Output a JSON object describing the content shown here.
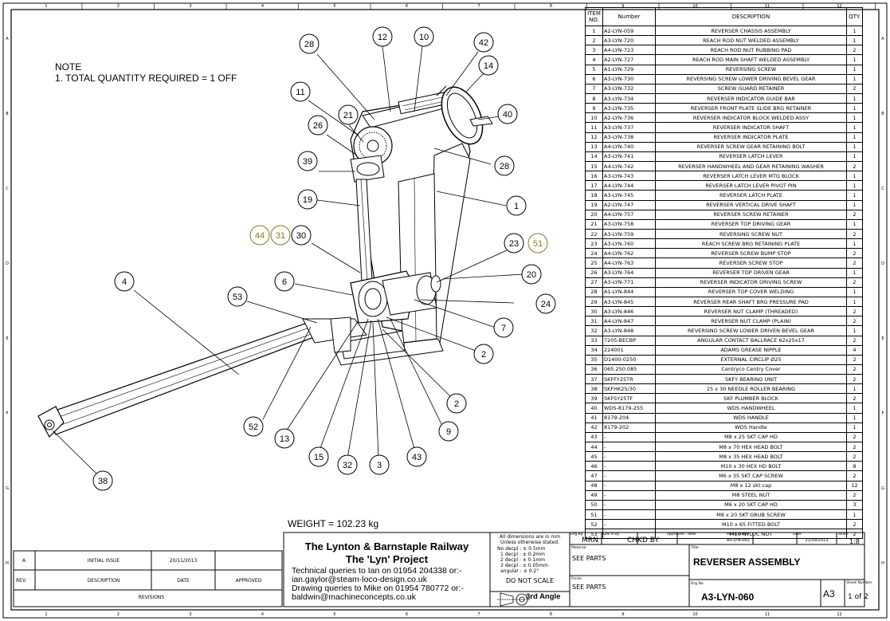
{
  "note": {
    "heading": "NOTE",
    "line1": "1.     TOTAL QUANTITY REQUIRED = 1 OFF"
  },
  "weight": "WEIGHT = 102.23 kg",
  "balloons": [
    {
      "n": "28"
    },
    {
      "n": "12"
    },
    {
      "n": "10"
    },
    {
      "n": "42"
    },
    {
      "n": "14"
    },
    {
      "n": "11"
    },
    {
      "n": "21"
    },
    {
      "n": "40"
    },
    {
      "n": "26"
    },
    {
      "n": "39"
    },
    {
      "n": "28"
    },
    {
      "n": "19"
    },
    {
      "n": "1"
    },
    {
      "n": "44"
    },
    {
      "n": "31"
    },
    {
      "n": "30"
    },
    {
      "n": "23"
    },
    {
      "n": "51"
    },
    {
      "n": "4"
    },
    {
      "n": "6"
    },
    {
      "n": "20"
    },
    {
      "n": "53"
    },
    {
      "n": "24"
    },
    {
      "n": "7"
    },
    {
      "n": "2"
    },
    {
      "n": "2"
    },
    {
      "n": "52"
    },
    {
      "n": "9"
    },
    {
      "n": "13"
    },
    {
      "n": "15"
    },
    {
      "n": "32"
    },
    {
      "n": "3"
    },
    {
      "n": "43"
    },
    {
      "n": "38"
    }
  ],
  "bom": {
    "headers": [
      "ITEM NO.",
      "Number",
      "DESCRIPTION",
      "QTY."
    ],
    "rows": [
      [
        "1",
        "A2-LYN-059",
        "REVERSER CHASSIS ASSEMBLY",
        "1"
      ],
      [
        "2",
        "A3-LYN-720",
        "REACH ROD NUT WELDED ASSEMBLY",
        "1"
      ],
      [
        "3",
        "A4-LYN-723",
        "REACH ROD NUT RUBBING PAD",
        "2"
      ],
      [
        "4",
        "A2-LYN-727",
        "REACH ROD MAIN SHAFT WELDED ASSEMBLY",
        "1"
      ],
      [
        "5",
        "A1-LYN-729",
        "REVERSING SCREW",
        "1"
      ],
      [
        "6",
        "A3-LYN-730",
        "REVERSING SCREW LOWER DRIVING BEVEL GEAR",
        "1"
      ],
      [
        "7",
        "A3-LYN-732",
        "SCREW GUARD RETAINER",
        "2"
      ],
      [
        "8",
        "A3-LYN-734",
        "REVERSER INDICATOR GUIDE BAR",
        "1"
      ],
      [
        "9",
        "A3-LYN-735",
        "REVERSER FRONT PLATE SLIDE BRG RETAINER",
        "1"
      ],
      [
        "10",
        "A2-LYN-736",
        "REVERSER INDICATOR BLOCK WELDED ASSY",
        "1"
      ],
      [
        "11",
        "A3-LYN-737",
        "REVERSER INDICATOR SHAFT",
        "1"
      ],
      [
        "12",
        "A3-LYN-738",
        "REVERSER INDICATOR PLATE",
        "1"
      ],
      [
        "13",
        "A4-LYN-740",
        "REVERSER SCREW GEAR RETAINING BOLT",
        "1"
      ],
      [
        "14",
        "A3-LYN-741",
        "REVERSER LATCH LEVER",
        "1"
      ],
      [
        "15",
        "A4-LYN-742",
        "REVERSER HANDWHEEL AND GEAR RETAINING WASHER",
        "2"
      ],
      [
        "16",
        "A3-LYN-743",
        "REVERSER LATCH LEVER MTG BLOCK",
        "1"
      ],
      [
        "17",
        "A4-LYN-744",
        "REVERSER LATCH LEVER PIVOT PIN",
        "1"
      ],
      [
        "18",
        "A3-LYN-745",
        "REVERSER LATCH PLATE",
        "1"
      ],
      [
        "19",
        "A2-LYN-747",
        "REVERSER VERTICAL DRIVE SHAFT",
        "1"
      ],
      [
        "20",
        "A4-LYN-757",
        "REVERSER SCREW RETAINER",
        "2"
      ],
      [
        "21",
        "A3-LYN-758",
        "REVERSER TOP DRIVING GEAR",
        "1"
      ],
      [
        "22",
        "A3-LYN-759",
        "REVERSING SCREW NUT",
        "2"
      ],
      [
        "23",
        "A3-LYN-760",
        "REACH SCREW BRG RETAINING PLATE",
        "1"
      ],
      [
        "24",
        "A4-LYN-762",
        "REVERSER SCREW BUMP STOP",
        "2"
      ],
      [
        "25",
        "A4-LYN-763",
        "REVERSER SCREW STOP",
        "2"
      ],
      [
        "26",
        "A3-LYN-764",
        "REVERSER TOP DRIVEN GEAR",
        "1"
      ],
      [
        "27",
        "A3-LYN-771",
        "REVERSER INDICATOR DRIVING SCREW",
        "2"
      ],
      [
        "28",
        "A1-LYN-844",
        "REVERSER TOP COVER WELDING",
        "1"
      ],
      [
        "29",
        "A3-LYN-845",
        "REVERSER REAR SHAFT BRG PRESSURE PAD",
        "1"
      ],
      [
        "30",
        "A3-LYN-846",
        "REVERSER NUT CLAMP (THREADED)",
        "2"
      ],
      [
        "31",
        "A4-LYN-847",
        "REVERSER NUT CLAMP (PLAIN)",
        "2"
      ],
      [
        "32",
        "A3-LYN-848",
        "REVERSING SCREW LOWER DRIVEN BEVEL GEAR",
        "1"
      ],
      [
        "33",
        "7205-BECBP",
        "ANGULAR CONTACT BALLRACE 62x25x17",
        "2"
      ],
      [
        "34",
        "224001",
        "ADAMS GREASE NIPPLE",
        "4"
      ],
      [
        "35",
        "D1400-0250",
        "EXTERNAL CIRCLIP Ø25",
        "2"
      ],
      [
        "36",
        "065.250.085",
        "Centryco Centry Cover",
        "2"
      ],
      [
        "37",
        "SKFFY25TR",
        "SKFY BEARING UNIT",
        "2"
      ],
      [
        "38",
        "SKFHK25/30",
        "25 x 30 NEEDLE ROLLER BEARING",
        "1"
      ],
      [
        "39",
        "SKFSY25TF",
        "SKF PLUMBER BLOCK",
        "2"
      ],
      [
        "40",
        "WDS-8179-255",
        "WDS HANDWHEEL",
        "1"
      ],
      [
        "41",
        "8179-204",
        "WDS HANDLE",
        "1"
      ],
      [
        "42",
        "8179-202",
        "WDS Handle",
        "1"
      ],
      [
        "43",
        "-",
        "M8 x 25 SKT CAP HD",
        "2"
      ],
      [
        "44",
        "-",
        "M8 x 70 HEX HEAD BOLT",
        "2"
      ],
      [
        "45",
        "-",
        "M8 x 35 HEX HEAD BOLT",
        "2"
      ],
      [
        "46",
        "-",
        "M10 x 30 HEX HD BOLT",
        "8"
      ],
      [
        "47",
        "-",
        "M6 x 35 SKT CAP SCREW",
        "2"
      ],
      [
        "48",
        "-",
        "M8 x 12 skt cap",
        "12"
      ],
      [
        "49",
        "-",
        "M8 STEEL NUT",
        "2"
      ],
      [
        "50",
        "-",
        "M6 x 20 SKT CAP HD",
        "3"
      ],
      [
        "51",
        "-",
        "M8 x 20 SKT GRUB SCREW",
        "1"
      ],
      [
        "52",
        "-",
        "M10 x 65 FITTED BOLT",
        "2"
      ],
      [
        "53",
        "-",
        "M10 NYLOC NUT",
        "2"
      ]
    ]
  },
  "revisions": {
    "rev": "A",
    "description": "INITIAL ISSUE",
    "date": "20/11/2013",
    "h_rev": "REV.",
    "h_desc": "DESCRIPTION",
    "h_date": "DATE",
    "h_approved": "APPROVED",
    "footer": "REVISIONS"
  },
  "company": {
    "line1": "The Lynton & Barnstaple Railway",
    "line2": "The 'Lyn' Project",
    "q1": "Technical queries to Ian on 01954 204338 or:-",
    "q2": "ian.gaylor@steam-loco-design.co.uk",
    "q3": "Drawing queries to Mike on 01954 780772 or:-",
    "q4": "baldwin@machineconcepts.co.uk"
  },
  "tolerances": {
    "l1": "All dimensions are in mm",
    "l2": "Unless otherwise stated.",
    "l3": "No decpl : ± 0.5mm",
    "l4": "1 decpl : ± 0.2mm",
    "l5": "2 decpl : ± 0.1mm",
    "l6": "3 decpl : ± 0.05mm",
    "l7": "angular : ± 0.2°",
    "noscale": "DO NOT SCALE",
    "angle": "3rd Angle"
  },
  "drawn": {
    "drg_by_label": "Drg By.",
    "drg_by": "MRN",
    "chk_label": "Chk'd By.",
    "chk": "CHKD BY",
    "approved_label": "Approved - date",
    "model_label": "Model Name",
    "model": "A3-LYN-060",
    "date_label": "Date",
    "date": "21/09/2013",
    "scale_label": "Scale",
    "scale": "1:8",
    "material_label": "Material",
    "material": "SEE PARTS",
    "finish_label": "Finish",
    "finish": "SEE PARTS",
    "title_label": "Title",
    "title": "REVERSER ASSEMBLY",
    "drgno_label": "Drg No.",
    "drgno": "A3-LYN-060",
    "size": "A3",
    "sheet_label": "Sheet Number",
    "sheet": "1 of 2"
  },
  "border": {
    "cols": [
      "1",
      "2",
      "3",
      "4",
      "5",
      "6",
      "7",
      "8",
      "9",
      "10",
      "11",
      "12"
    ],
    "rows": [
      "A",
      "B",
      "C",
      "D",
      "E",
      "F",
      "G",
      "H"
    ]
  }
}
